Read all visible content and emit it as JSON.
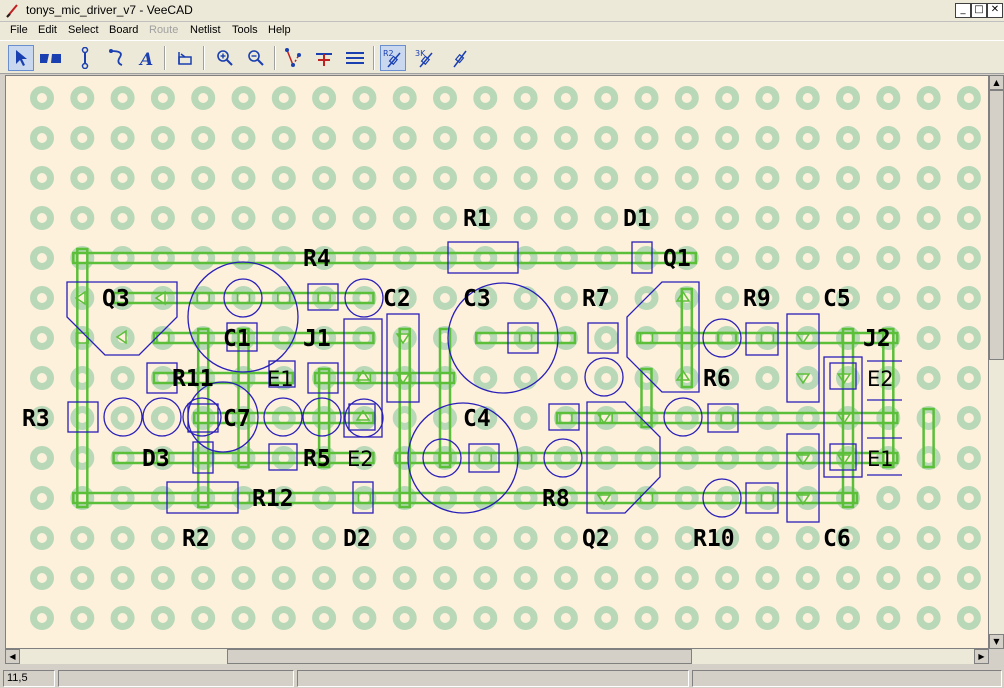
{
  "window": {
    "title": "tonys_mic_driver_v7 - VeeCAD",
    "controls": [
      "_",
      "□",
      "✕"
    ]
  },
  "menu": [
    {
      "label": "File",
      "enabled": true
    },
    {
      "label": "Edit",
      "enabled": true
    },
    {
      "label": "Select",
      "enabled": true
    },
    {
      "label": "Board",
      "enabled": true
    },
    {
      "label": "Route",
      "enabled": false
    },
    {
      "label": "Netlist",
      "enabled": true
    },
    {
      "label": "Tools",
      "enabled": true
    },
    {
      "label": "Help",
      "enabled": true
    }
  ],
  "toolbar": {
    "buttons": [
      {
        "name": "select-tool",
        "icon": "arrow-pointer-icon",
        "active": true
      },
      {
        "name": "break-tool",
        "icon": "track-break-icon",
        "active": false
      },
      {
        "name": "link-tool",
        "icon": "wire-link-icon",
        "active": false
      },
      {
        "name": "wire-tool",
        "icon": "wire-icon",
        "active": false
      },
      {
        "name": "text-tool",
        "icon": "text-A-icon",
        "active": false
      },
      {
        "name": "board-tool",
        "icon": "board-icon",
        "active": false
      },
      {
        "name": "zoom-in",
        "icon": "zoom-in-icon",
        "active": false
      },
      {
        "name": "zoom-out",
        "icon": "zoom-out-icon",
        "active": false
      },
      {
        "name": "show-connections",
        "icon": "ratsnest-icon",
        "active": false
      },
      {
        "name": "show-nets",
        "icon": "net-icon",
        "active": false
      },
      {
        "name": "show-strips",
        "icon": "strips-icon",
        "active": false
      },
      {
        "name": "show-designators",
        "icon": "designator-icon",
        "active": true,
        "text": "R2"
      },
      {
        "name": "show-values",
        "icon": "value-icon",
        "active": false,
        "text": "3K"
      },
      {
        "name": "show-outlines",
        "icon": "outline-icon",
        "active": false
      }
    ]
  },
  "board": {
    "colors": {
      "background": "#fdf1dc",
      "hole_ring": "#b8d8b8",
      "strip": "#5cbf3a",
      "outline": "#2a1fb8"
    },
    "labels": [
      {
        "text": "R1",
        "style": "bold"
      },
      {
        "text": "D1",
        "style": "bold"
      },
      {
        "text": "R4",
        "style": "bold"
      },
      {
        "text": "Q1",
        "style": "bold"
      },
      {
        "text": "Q3",
        "style": "bold"
      },
      {
        "text": "C2",
        "style": "bold"
      },
      {
        "text": "C3",
        "style": "bold"
      },
      {
        "text": "R7",
        "style": "bold"
      },
      {
        "text": "R9",
        "style": "bold"
      },
      {
        "text": "C5",
        "style": "bold"
      },
      {
        "text": "C1",
        "style": "bold"
      },
      {
        "text": "J1",
        "style": "bold"
      },
      {
        "text": "J2",
        "style": "bold"
      },
      {
        "text": "R11",
        "style": "bold"
      },
      {
        "text": "E1",
        "style": "plain"
      },
      {
        "text": "R6",
        "style": "bold"
      },
      {
        "text": "E2",
        "style": "plain"
      },
      {
        "text": "R3",
        "style": "bold"
      },
      {
        "text": "C7",
        "style": "bold"
      },
      {
        "text": "C4",
        "style": "bold"
      },
      {
        "text": "D3",
        "style": "bold"
      },
      {
        "text": "R5",
        "style": "bold"
      },
      {
        "text": "E2",
        "style": "plain"
      },
      {
        "text": "E1",
        "style": "plain"
      },
      {
        "text": "R12",
        "style": "bold"
      },
      {
        "text": "R8",
        "style": "bold"
      },
      {
        "text": "R2",
        "style": "bold"
      },
      {
        "text": "D2",
        "style": "bold"
      },
      {
        "text": "Q2",
        "style": "bold"
      },
      {
        "text": "R10",
        "style": "bold"
      },
      {
        "text": "C6",
        "style": "bold"
      }
    ]
  },
  "status": {
    "coords": "11,5",
    "pane2": "",
    "pane3": "",
    "pane4": ""
  }
}
